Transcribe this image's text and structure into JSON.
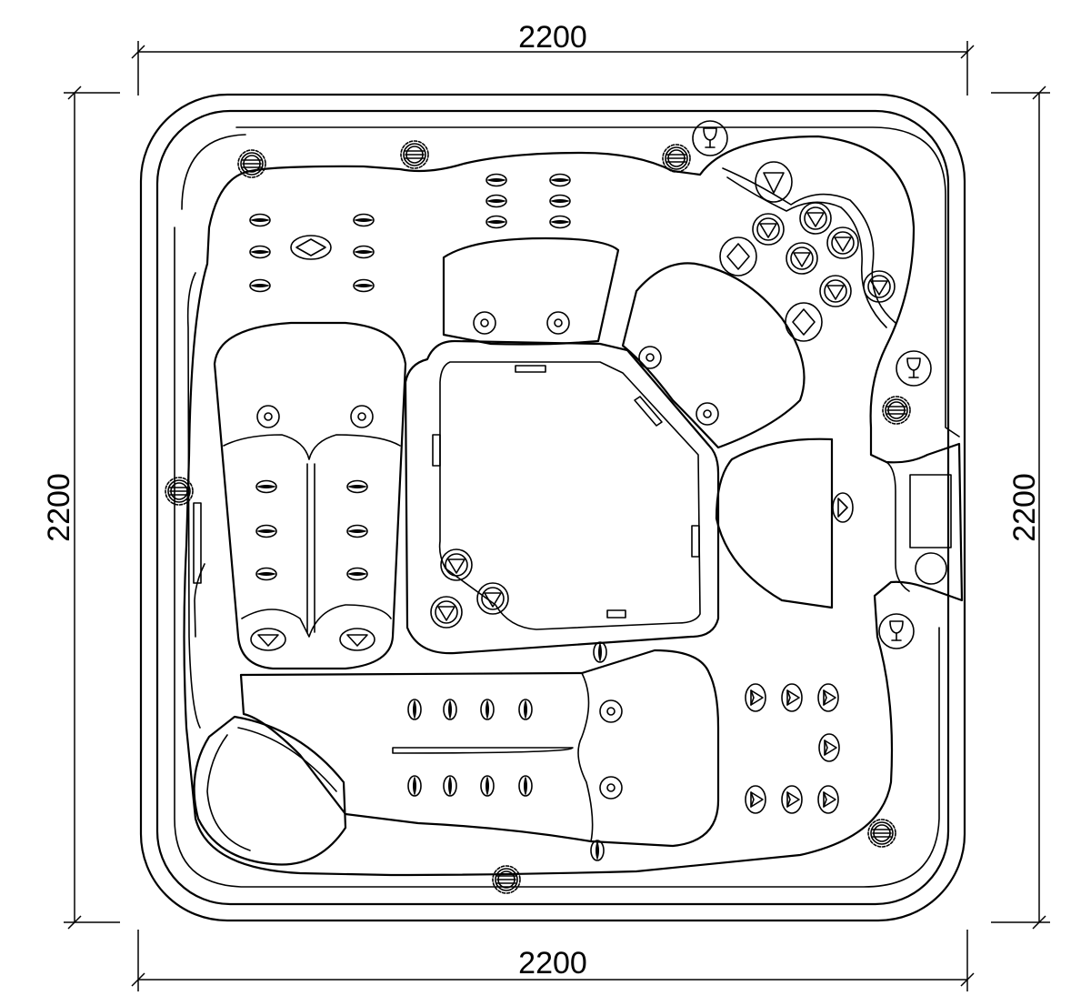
{
  "dimensions": {
    "top": "2200",
    "bottom": "2200",
    "left": "2200",
    "right": "2200"
  },
  "colors": {
    "line": "#000000",
    "background": "#ffffff"
  },
  "icons": [
    "wine-glass-icon",
    "diverter-valve-icon",
    "jet-icon"
  ]
}
